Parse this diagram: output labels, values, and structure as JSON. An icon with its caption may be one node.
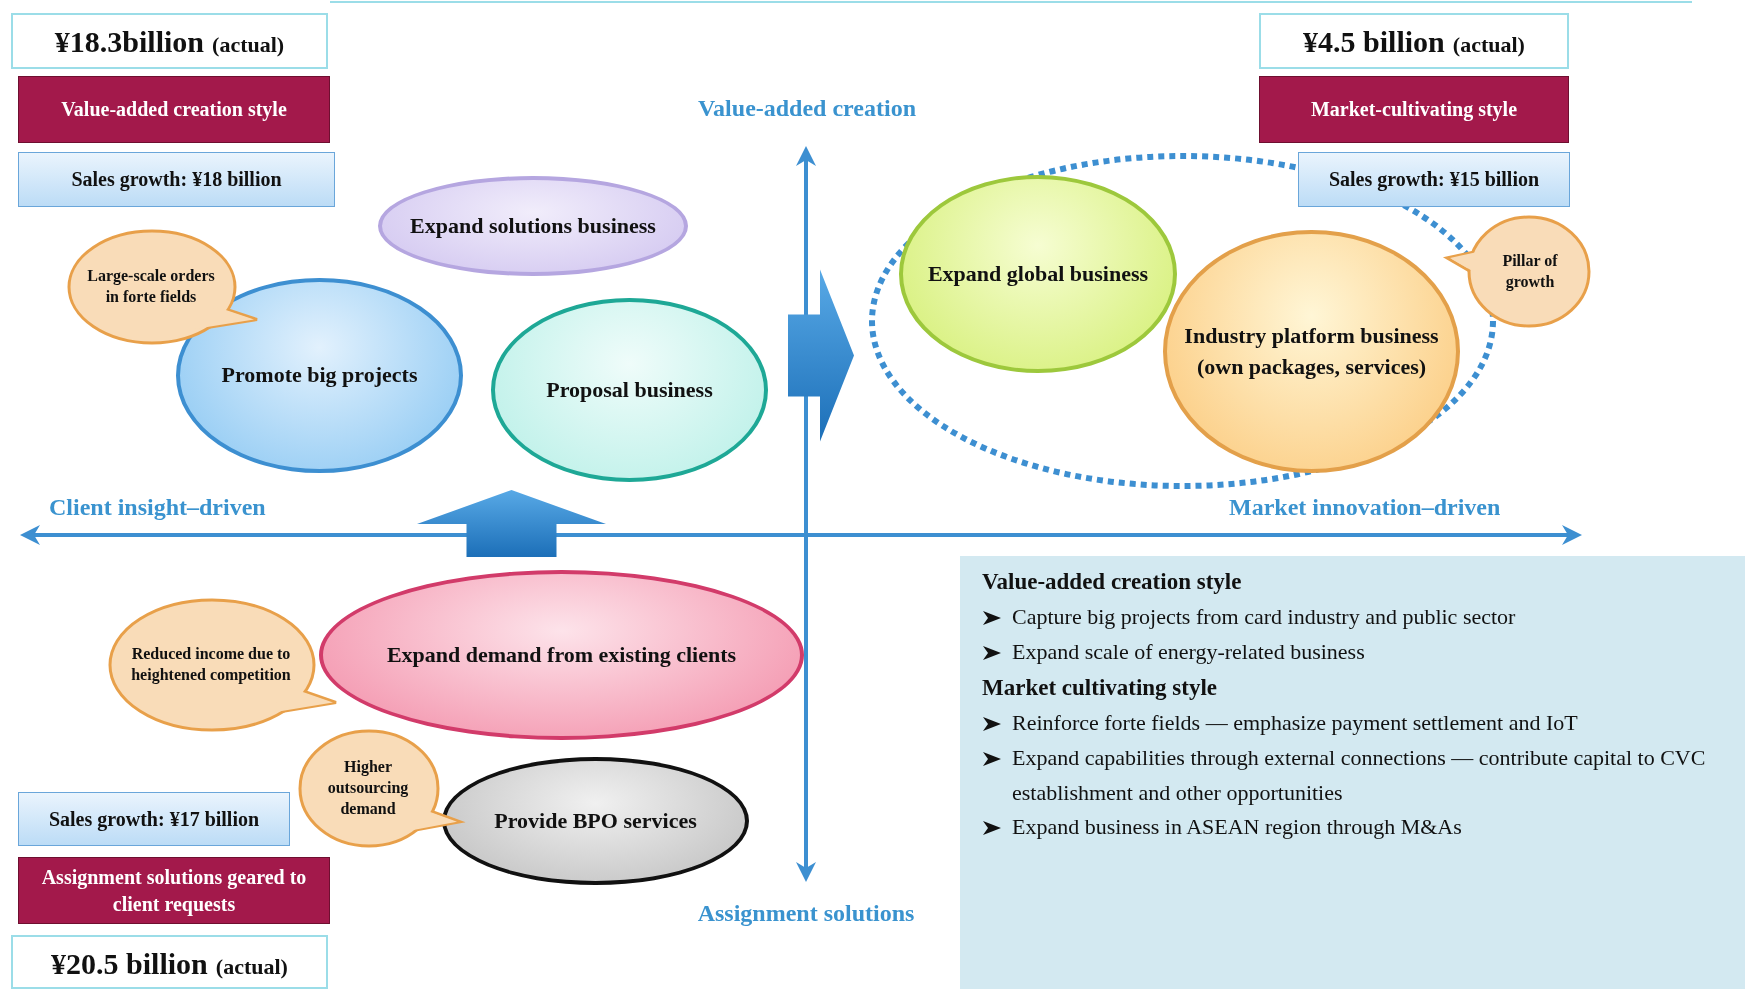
{
  "diagram": {
    "nodes": [
      {
        "text": [
          "¥18.3billion",
          "(actual)"
        ]
      },
      {
        "text": [
          "Value-added creation style"
        ]
      },
      {
        "text": [
          "Sales growth: ¥18 billion"
        ]
      },
      {
        "text": [
          "¥4.5 billion",
          "(actual)"
        ]
      },
      {
        "text": [
          "Market-cultivating style"
        ]
      },
      {
        "text": [
          "Sales growth: ¥15 billion"
        ]
      },
      {
        "text": [
          "Expand solutions business"
        ]
      },
      {
        "text": [],
        "shape": "ellipse"
      },
      {
        "text": [
          "Expand global business"
        ],
        "in": 7
      },
      {
        "text": [
          "Large-scale orders in forte fields"
        ]
      },
      {
        "text": [
          "Pillar of growth"
        ]
      },
      {
        "text": [
          "Industry platform business (own packages, services)"
        ],
        "in": 7
      },
      {
        "text": [
          "Promote big projects"
        ]
      },
      {
        "text": [
          "Proposal business"
        ]
      },
      {
        "text": [
          "Reduced income due to heightened competition"
        ]
      },
      {
        "text": [
          "Expand demand from existing clients"
        ]
      },
      {
        "text": [
          "Value-added creation style",
          "Capture big projects from card industry and public sector",
          "Expand scale of energy-related business",
          "Market cultivating style",
          "Reinforce forte fields — emphasize payment settlement and IoT",
          "Expand capabilities through external connections — contribute capital to CVC establishment and other opportunities",
          "Expand business in ASEAN region through M&As"
        ]
      },
      {
        "text": [
          "Higher outsourcing demand"
        ]
      },
      {
        "text": [
          "Sales growth: ¥17 billion"
        ]
      },
      {
        "text": [
          "Provide BPO services"
        ]
      },
      {
        "text": [
          "Assignment solutions geared to client requests"
        ]
      },
      {
        "text": [
          "¥20.5 billion",
          "(actual)"
        ]
      }
    ],
    "edges": [
      {
        "from": 13,
        "to": 7,
        "arrow": "to",
        "style": "thick"
      },
      {
        "from": 15,
        "to": 13,
        "arrow": "to",
        "style": "thick"
      }
    ],
    "labels": [
      "Value-added creation",
      "Client insight–driven",
      "Market innovation–driven",
      "Assignment solutions"
    ]
  }
}
